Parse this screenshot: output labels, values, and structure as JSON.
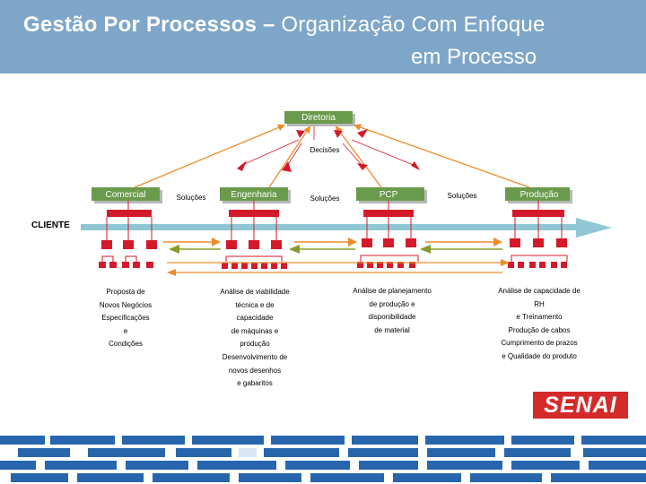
{
  "header": {
    "title_bold": "Gestão Por Processos –",
    "title_rest": " Organização Com Enfoque",
    "title_line2": "em Processo"
  },
  "diagram": {
    "top_box": "Diretoria",
    "decisions_label": "Decisões",
    "client_label": "CLIENTE",
    "departments": [
      "Comercial",
      "Engenharia",
      "PCP",
      "Produção"
    ],
    "solutions_labels": [
      "Soluções",
      "Soluções",
      "Soluções"
    ]
  },
  "descriptions": {
    "comercial": [
      "Proposta de",
      "Novos Negócios",
      "Especificações",
      "e",
      "Condições"
    ],
    "engenharia": [
      "Análise de viabilidade",
      "técnica e de",
      "capacidade",
      "de máquinas e",
      "produção",
      "Desenvolvimento de",
      "novos desenhos",
      "e gabaritos"
    ],
    "pcp": [
      "Análise de planejamento",
      "de produção e",
      "disponibilidade",
      "de material"
    ],
    "producao": [
      "Análise de capacidade de",
      "RH",
      "e Treinamento",
      "Produção de cabos",
      "Cumprimento de prazos",
      "e Qualidade do produto"
    ]
  },
  "logo": {
    "text": "SENAI"
  },
  "colors": {
    "header_bg": "#7ea6c8",
    "box_green": "#6a9a4c",
    "org_red": "#d41a2a",
    "arrow_orange": "#ec8c2a",
    "arrow_olive": "#8a9a2a",
    "client_arrow": "#8fc8d4",
    "footer_blue": "#2766ad"
  }
}
